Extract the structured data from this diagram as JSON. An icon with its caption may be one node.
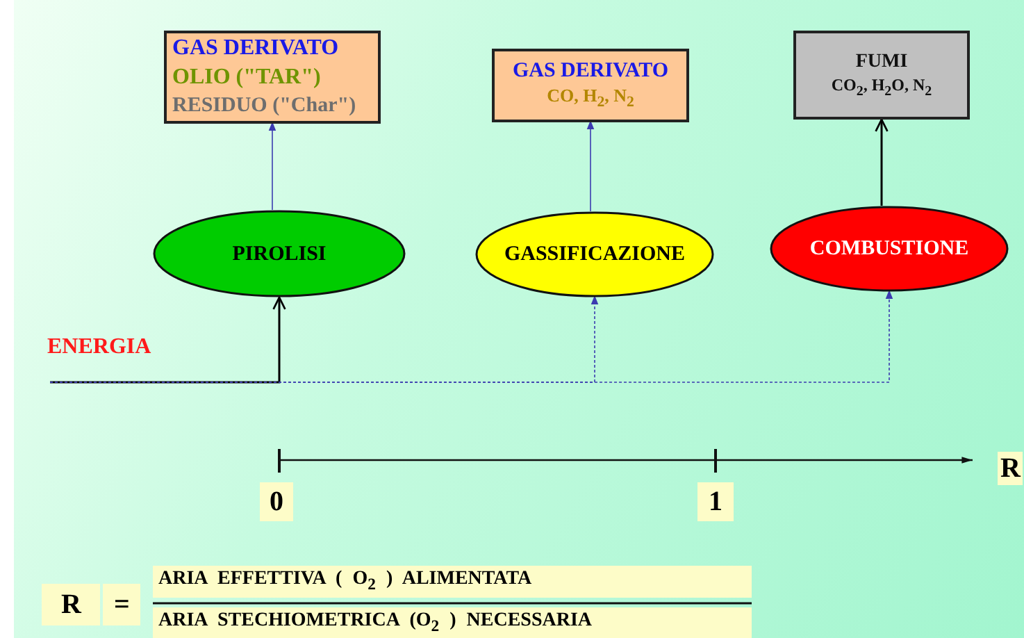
{
  "diagram": {
    "nodes": [
      {
        "text": [
          "GAS DERIVATO",
          "OLIO (\"TAR\")",
          "RESIDUO (\"Char\")"
        ]
      },
      {
        "text": [
          "GAS DERIVATO",
          "CO, H$_{2}$, N$_{2}$"
        ]
      },
      {
        "text": [
          "FUMI",
          "CO$_{2}$, H$_{2}$O, N$_{2}$"
        ]
      },
      {
        "text": [
          "PIROLISI"
        ]
      },
      {
        "text": [
          "GASSIFICAZIONE"
        ]
      },
      {
        "text": [
          "COMBUSTIONE"
        ]
      },
      {
        "text": [
          "ENERGIA"
        ]
      }
    ],
    "edges": [
      {
        "from": 3,
        "to": 0,
        "arrow": "to"
      },
      {
        "from": 4,
        "to": 1,
        "arrow": "to"
      },
      {
        "from": 5,
        "to": 2,
        "arrow": "to",
        "color": "#000000"
      },
      {
        "from": 6,
        "to": 3,
        "arrow": "to",
        "color": "#000000"
      },
      {
        "from": 6,
        "to": 4,
        "arrow": "to",
        "style": "dashed"
      },
      {
        "from": 6,
        "to": 5,
        "arrow": "to",
        "style": "dashed"
      }
    ],
    "labels": [
      "R",
      "0",
      "1",
      "R",
      "=",
      "ARIA EFFETTIVA ( O$_{2}$ ) ALIMENTATA",
      "ARIA STECHIOMETRICA (O$_{2}$ ) NECESSARIA"
    ]
  }
}
